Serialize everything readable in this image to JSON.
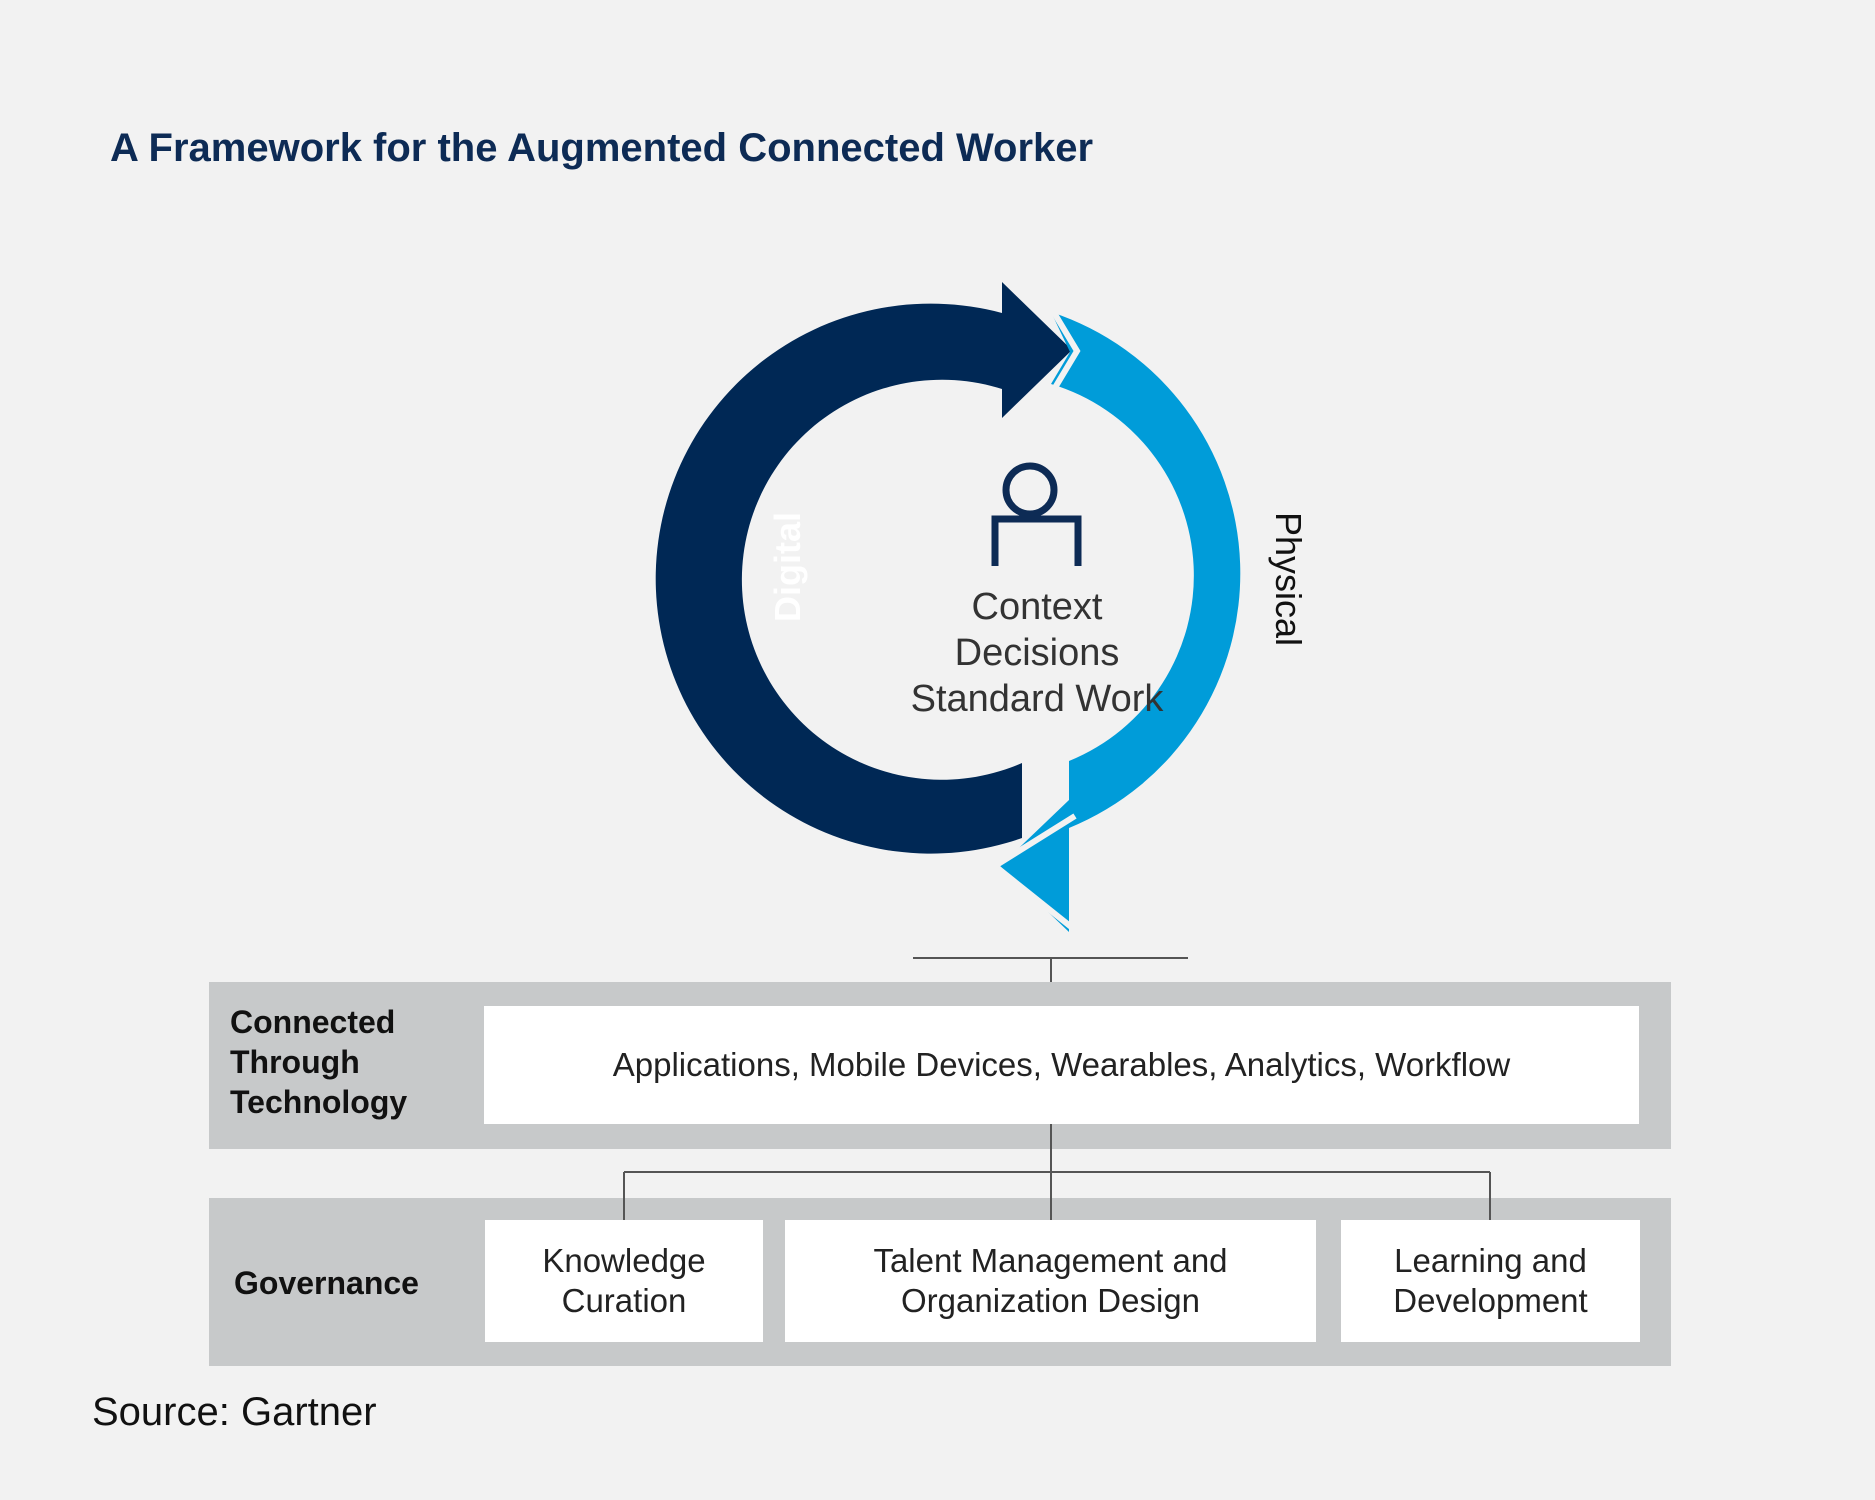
{
  "title": "A Framework for the Augmented Connected Worker",
  "cycle": {
    "left_label": "Digital",
    "right_label": "Physical",
    "center_icon": "person-icon",
    "center_lines": [
      "Context",
      "Decisions",
      "Standard Work"
    ],
    "colors": {
      "digital": "#002855",
      "physical": "#009cd9"
    }
  },
  "tech_layer": {
    "label_lines": [
      "Connected",
      "Through",
      "Technology"
    ],
    "content": "Applications, Mobile Devices, Wearables, Analytics, Workflow"
  },
  "governance_layer": {
    "label": "Governance",
    "items": [
      {
        "lines": [
          "Knowledge",
          "Curation"
        ]
      },
      {
        "lines": [
          "Talent Management and",
          "Organization Design"
        ]
      },
      {
        "lines": [
          "Learning and",
          "Development"
        ]
      }
    ]
  },
  "source": "Source: Gartner"
}
